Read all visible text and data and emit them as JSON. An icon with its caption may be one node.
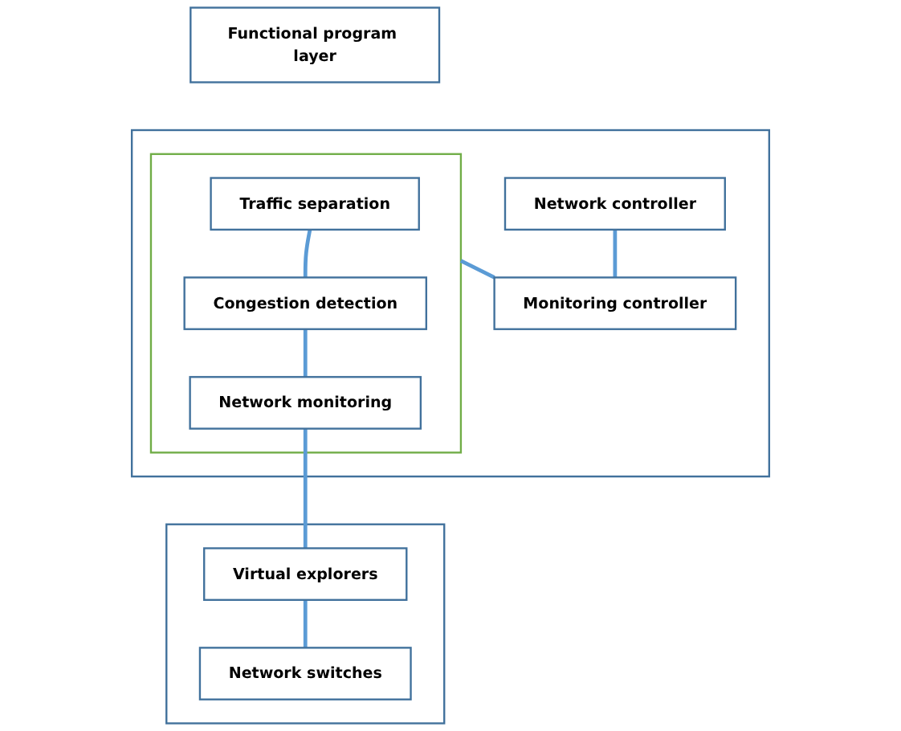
{
  "diagram": {
    "nodes": [
      {
        "text": [
          "Functional program layer"
        ]
      },
      {
        "text": [],
        "shape": "box"
      },
      {
        "text": [],
        "shape": "box",
        "in": 1
      },
      {
        "text": [
          "Traffic separation"
        ],
        "in": 2
      },
      {
        "text": [
          "Congestion detection"
        ],
        "in": 2
      },
      {
        "text": [
          "Network monitoring"
        ],
        "in": 2
      },
      {
        "text": [
          "Network controller"
        ],
        "in": 1
      },
      {
        "text": [
          "Monitoring controller"
        ],
        "in": 1
      },
      {
        "text": [],
        "shape": "box"
      },
      {
        "text": [
          "Virtual explorers"
        ],
        "in": 8
      },
      {
        "text": [
          "Network switches"
        ],
        "in": 8
      }
    ],
    "edges": [
      {
        "from": 3,
        "to": 4,
        "arrow": "none"
      },
      {
        "from": 4,
        "to": 5,
        "arrow": "none"
      },
      {
        "from": 2,
        "to": 7,
        "arrow": "none"
      },
      {
        "from": 6,
        "to": 7,
        "arrow": "none"
      },
      {
        "from": 5,
        "to": 9,
        "arrow": "none"
      },
      {
        "from": 9,
        "to": 10,
        "arrow": "none"
      }
    ]
  }
}
